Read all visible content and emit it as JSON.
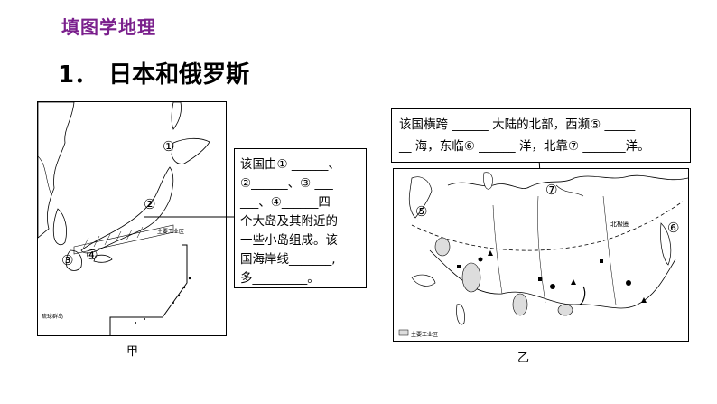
{
  "header": {
    "title": "填图学地理"
  },
  "question": {
    "number": "1．",
    "title": "日本和俄罗斯"
  },
  "map_jia": {
    "caption": "甲",
    "markers": [
      "①",
      "②",
      "③",
      "④"
    ],
    "industry_label": "主要工业区",
    "strait_label": "琉球群岛"
  },
  "japan_box": {
    "line1": "该国由① ______、",
    "line2": "②______、③ ___",
    "line3": "___、④______四",
    "line4": "个大岛及其附近的",
    "line5": "一些小岛组成。该",
    "line6": "国海岸线_______,",
    "line7": "多_________。"
  },
  "map_yi": {
    "caption": "乙",
    "markers": [
      "⑤",
      "⑥",
      "⑦"
    ],
    "arctic_label": "北极圈",
    "legend": "主要工业区"
  },
  "russia_box": {
    "line1": "该国横跨 ______ 大陆的北部，西濒⑤ _____",
    "line2": "__ 海，东临⑥ ______ 洋，北靠⑦ _______洋。"
  }
}
